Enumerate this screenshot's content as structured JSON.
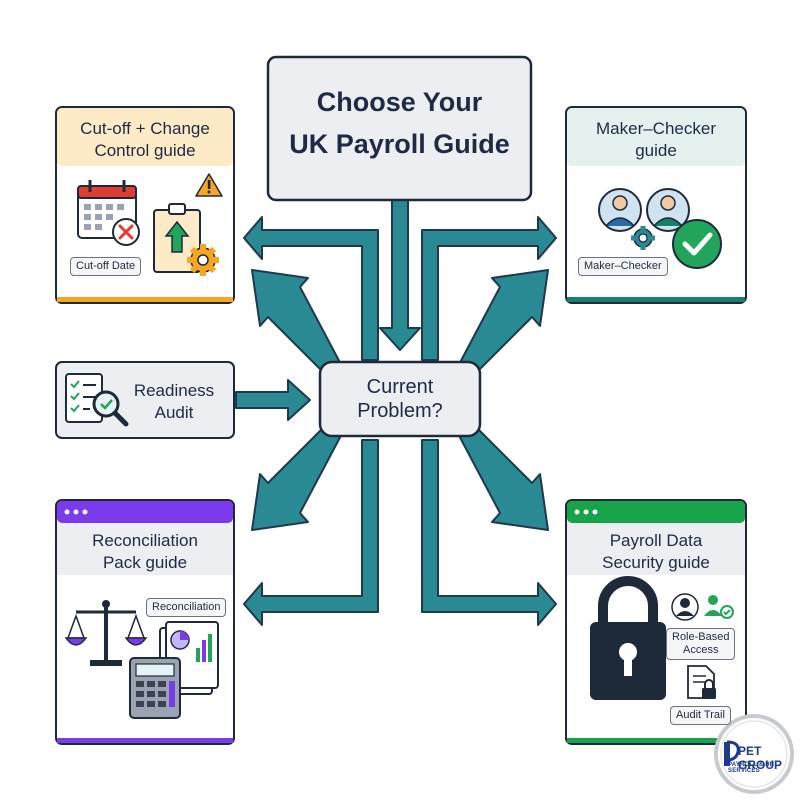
{
  "title": {
    "line1": "Choose Your",
    "line2": "UK Payroll Guide"
  },
  "center": {
    "line1": "Current",
    "line2": "Problem?"
  },
  "cards": {
    "cutoff": {
      "line1": "Cut-off + Change",
      "line2": "Control guide",
      "tag": "Cut-off Date",
      "accent": "#f5a623"
    },
    "maker": {
      "line1": "Maker–Checker",
      "line2": "guide",
      "tag": "Maker–Checker",
      "accent": "#17806d"
    },
    "readiness": {
      "line1": "Readiness",
      "line2": "Audit"
    },
    "reconciliation": {
      "line1": "Reconciliation",
      "line2": "Pack guide",
      "tag": "Reconciliation",
      "accent": "#7c3aed"
    },
    "security": {
      "line1": "Payroll Data",
      "line2": "Security guide",
      "tag1a": "Role-Based",
      "tag1b": "Access",
      "tag2": "Audit Trail",
      "accent": "#16a34a"
    }
  },
  "logo": {
    "name": "PET GROUP",
    "tagline": "PAYROLL & HR SERVICES"
  },
  "colors": {
    "arrow": "#2a8a94",
    "arrow_outline": "#1e3a4a",
    "box_fill": "#eceef2",
    "box_border": "#1e2a3a",
    "danger": "#e03c31",
    "ok": "#22a55a"
  },
  "icons": [
    "calendar-icon",
    "warning-icon",
    "clipboard-icon",
    "gear-icon",
    "users-icon",
    "checkmark-badge-icon",
    "checklist-icon",
    "magnifier-icon",
    "scales-icon",
    "document-chart-icon",
    "calculator-icon",
    "padlock-icon",
    "user-check-icon",
    "document-lock-icon"
  ]
}
